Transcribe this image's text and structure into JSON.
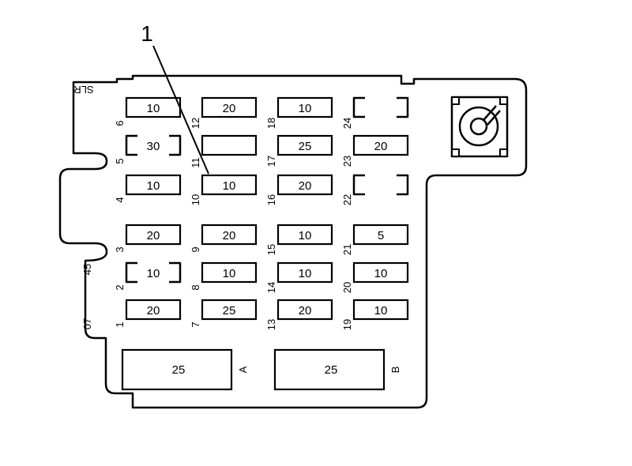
{
  "callout": {
    "label": "1"
  },
  "labels": {
    "slr": "SLR",
    "code_45": "45",
    "code_07": "07"
  },
  "fuses": {
    "f6": "10",
    "f12": "20",
    "f18": "10",
    "f5": "30",
    "f17": "25",
    "f23": "20",
    "f4": "10",
    "f10": "10",
    "f16": "20",
    "f3": "20",
    "f9": "20",
    "f15": "10",
    "f21": "5",
    "f2": "10",
    "f8": "10",
    "f14": "10",
    "f20": "10",
    "f1": "20",
    "f7": "25",
    "f13": "20",
    "f19": "10"
  },
  "positions": {
    "p1": "1",
    "p2": "2",
    "p3": "3",
    "p4": "4",
    "p5": "5",
    "p6": "6",
    "p7": "7",
    "p8": "8",
    "p9": "9",
    "p10": "10",
    "p11": "11",
    "p12": "12",
    "p13": "13",
    "p14": "14",
    "p15": "15",
    "p16": "16",
    "p17": "17",
    "p18": "18",
    "p19": "19",
    "p20": "20",
    "p21": "21",
    "p22": "22",
    "p23": "23",
    "p24": "24"
  },
  "maxi_fuses": {
    "a_value": "25",
    "a_label": "A",
    "b_value": "25",
    "b_label": "B"
  }
}
